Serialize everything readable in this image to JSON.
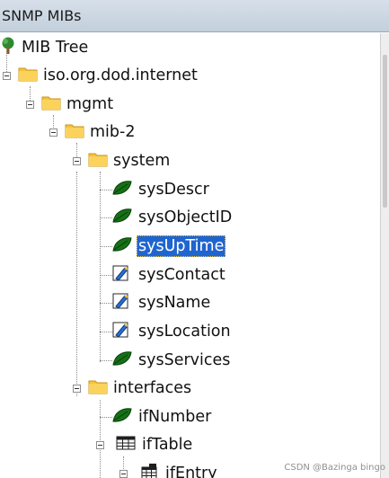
{
  "window": {
    "title": "SNMP MIBs"
  },
  "tree": {
    "root": "MIB Tree",
    "internet": "iso.org.dod.internet",
    "mgmt": "mgmt",
    "mib2": "mib-2",
    "system": "system",
    "sysDescr": "sysDescr",
    "sysObjectID": "sysObjectID",
    "sysUpTime": "sysUpTime",
    "sysContact": "sysContact",
    "sysName": "sysName",
    "sysLocation": "sysLocation",
    "sysServices": "sysServices",
    "interfaces": "interfaces",
    "ifNumber": "ifNumber",
    "ifTable": "ifTable",
    "ifEntry": "ifEntry",
    "selected": "sysUpTime"
  },
  "icons": {
    "tree": "tree-icon",
    "folder": "folder-icon",
    "leaf_readonly": "leaf-icon",
    "leaf_writable": "pencil-leaf-icon",
    "table": "table-icon",
    "entry": "table-entry-icon"
  },
  "colors": {
    "selection": "#1f65cf",
    "folder": "#f6c23a",
    "leaf": "#157015"
  },
  "watermark": "CSDN @Bazinga bingo"
}
